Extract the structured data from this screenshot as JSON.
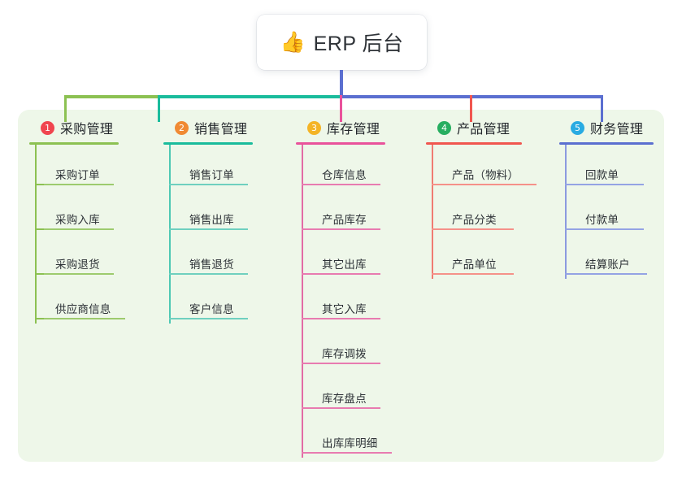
{
  "diagram": {
    "type": "mind-map",
    "root": {
      "icon": "thumbs-up-icon",
      "emoji": "👍",
      "title": "ERP 后台"
    },
    "panel_color": "#eef7e9",
    "columns": [
      {
        "index": "1",
        "badge_label": "1",
        "badge_color": "#f0454f",
        "line_color": "#8cc152",
        "title": "采购管理",
        "items": [
          "采购订单",
          "采购入库",
          "采购退货",
          "供应商信息"
        ]
      },
      {
        "index": "2",
        "badge_label": "2",
        "badge_color": "#f08a33",
        "line_color": "#1abc9c",
        "title": "销售管理",
        "items": [
          "销售订单",
          "销售出库",
          "销售退货",
          "客户信息"
        ]
      },
      {
        "index": "3",
        "badge_label": "3",
        "badge_color": "#f4b426",
        "line_color": "#e9529b",
        "title": "库存管理",
        "items": [
          "仓库信息",
          "产品库存",
          "其它出库",
          "其它入库",
          "库存调拨",
          "库存盘点",
          "出库库明细"
        ]
      },
      {
        "index": "4",
        "badge_label": "4",
        "badge_color": "#27ae60",
        "line_color": "#f0564f",
        "title": "产品管理",
        "items": [
          "产品（物料）",
          "产品分类",
          "产品单位"
        ]
      },
      {
        "index": "5",
        "badge_label": "5",
        "badge_color": "#29abe2",
        "line_color": "#5b6fd0",
        "title": "财务管理",
        "items": [
          "回款单",
          "付款单",
          "结算账户"
        ]
      }
    ],
    "connectors": {
      "root_stem_color": "#5b6fd0",
      "bus_segments": [
        {
          "color": "#8cc152"
        },
        {
          "color": "#1abc9c"
        },
        {
          "color": "#5b6fd0"
        }
      ]
    }
  }
}
